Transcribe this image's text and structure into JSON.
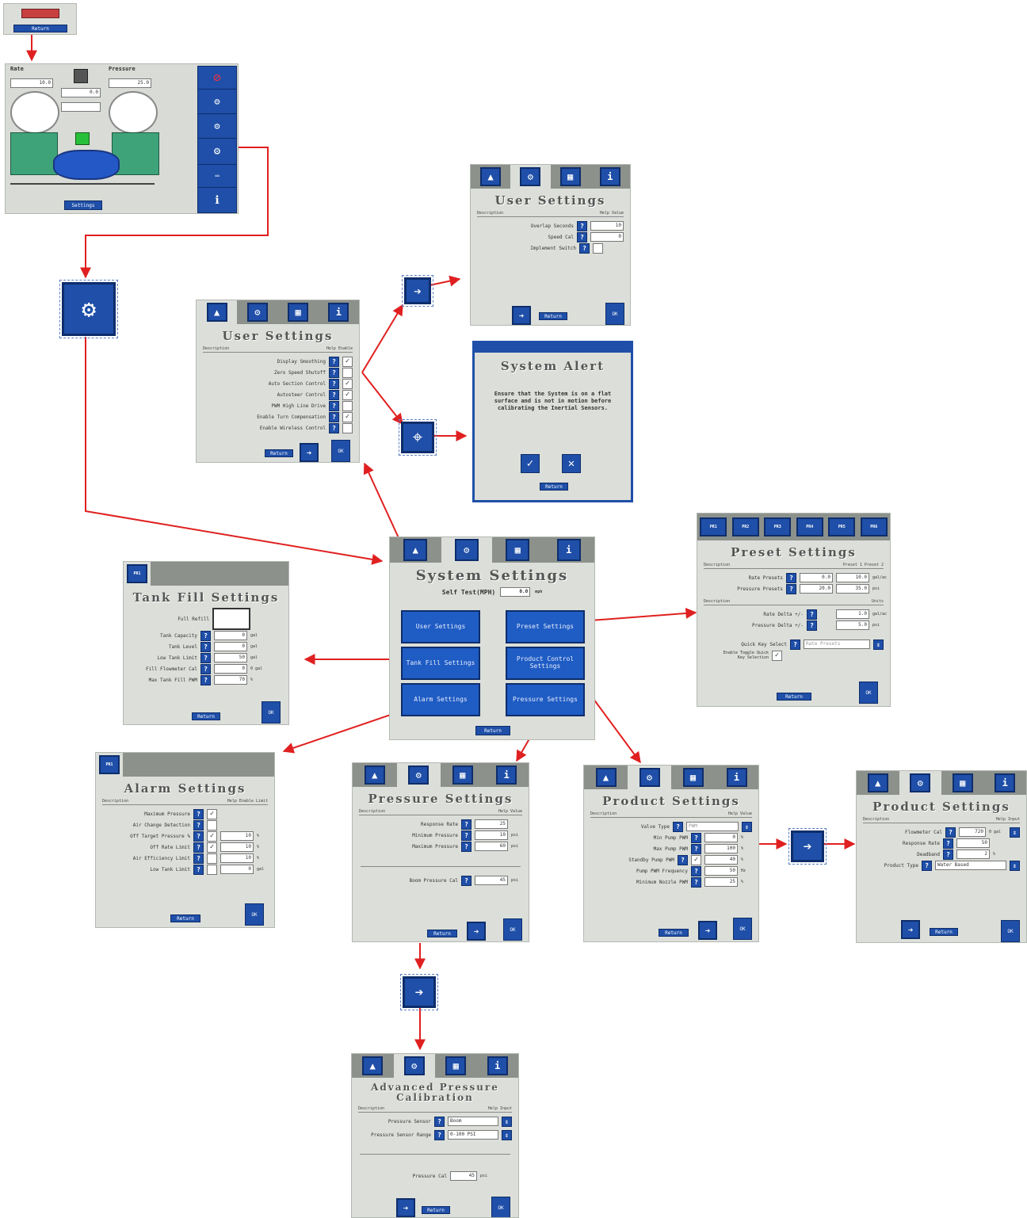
{
  "top_button": {
    "label": "Return"
  },
  "home": {
    "rate_label": "Rate",
    "rate_value": "10.0",
    "pressure_label": "Pressure",
    "pressure_value": "25.0",
    "speed_value": "0.0",
    "menu_button": "Settings"
  },
  "user_settings": {
    "title": "User Settings",
    "col_desc": "Description",
    "col_help": "Help",
    "col_enable": "Enable",
    "rows": [
      "Display Smoothing",
      "Zero Speed Shutoff",
      "Auto Section Control",
      "Autosteer Control",
      "PWM High Line Drive",
      "Enable Turn Compensation",
      "Enable Wireless Control"
    ],
    "return_label": "Return",
    "ok_label": "OK"
  },
  "user_settings_2": {
    "title": "User Settings",
    "col_desc": "Description",
    "col_help": "Help",
    "col_value": "Value",
    "rows": [
      {
        "label": "Overlap Seconds",
        "value": "10"
      },
      {
        "label": "Speed Cal",
        "value": "0"
      },
      {
        "label": "Implement Switch",
        "value": ""
      }
    ],
    "return_label": "Return",
    "ok_label": "OK"
  },
  "system_alert": {
    "title": "System Alert",
    "message": "Ensure that the System is on a flat surface and is not in motion before calibrating the Inertial Sensors.",
    "accept": "✓",
    "cancel": "✕",
    "return_label": "Return"
  },
  "system_settings": {
    "title": "System Settings",
    "self_test_label": "Self Test(MPH)",
    "self_test_value": "0.0",
    "self_test_unit": "mph",
    "buttons": {
      "user": "User Settings",
      "preset": "Preset Settings",
      "tank": "Tank Fill Settings",
      "product": "Product Control Settings",
      "alarm": "Alarm Settings",
      "pressure": "Pressure Settings"
    },
    "return_label": "Return"
  },
  "preset_settings": {
    "title": "Preset Settings",
    "tabs": [
      "PR1",
      "PR2",
      "PR3",
      "PR4",
      "PR5",
      "PR6"
    ],
    "col_desc": "Description",
    "col_p1": "Preset 1",
    "col_p2": "Preset 2",
    "col_units": "Units",
    "rate_presets": {
      "label": "Rate Presets",
      "v1": "0.0",
      "v2": "10.0",
      "unit": "gal/ac"
    },
    "pressure_presets": {
      "label": "Pressure Presets",
      "v1": "20.0",
      "v2": "35.0",
      "unit": "psi"
    },
    "rate_delta": {
      "label": "Rate Delta +/-",
      "value": "1.0",
      "unit": "gal/ac"
    },
    "pressure_delta": {
      "label": "Pressure Delta +/-",
      "value": "5.0",
      "unit": "psi"
    },
    "quick_key": {
      "label": "Quick Key Select",
      "value": "Rate Presets"
    },
    "toggle_label": "Enable Toggle Quick Key Selection",
    "return_label": "Return",
    "ok_label": "OK"
  },
  "tank_fill": {
    "title": "Tank Fill Settings",
    "tab": "PR1",
    "full_refill": "Full Refill",
    "rows": [
      {
        "label": "Tank Capacity",
        "value": "0",
        "unit": "gal"
      },
      {
        "label": "Tank Level",
        "value": "0",
        "unit": "gal"
      },
      {
        "label": "Low Tank Limit",
        "value": "50",
        "unit": "gal"
      },
      {
        "label": "Fill Flowmeter Cal",
        "value": "0",
        "unit": "0 gal"
      },
      {
        "label": "Max Tank Fill PWM",
        "value": "70",
        "unit": "%"
      }
    ],
    "return_label": "Return",
    "ok_label": "OK"
  },
  "alarm_settings": {
    "title": "Alarm Settings",
    "tab": "PR1",
    "col_desc": "Description",
    "col_help": "Help",
    "col_enable": "Enable",
    "col_limit": "Limit",
    "rows": [
      {
        "label": "Maximum Pressure",
        "value": ""
      },
      {
        "label": "Air Change Detection",
        "value": ""
      },
      {
        "label": "Off Target Pressure %",
        "value": "10",
        "unit": "%"
      },
      {
        "label": "Off Rate Limit",
        "value": "10",
        "unit": "%"
      },
      {
        "label": "Air Efficiency Limit",
        "value": "10",
        "unit": "%"
      },
      {
        "label": "Low Tank Limit",
        "value": "0",
        "unit": "gal"
      }
    ],
    "return_label": "Return",
    "ok_label": "OK"
  },
  "pressure_settings": {
    "title": "Pressure Settings",
    "col_desc": "Description",
    "col_help": "Help",
    "col_value": "Value",
    "rows": [
      {
        "label": "Response Rate",
        "value": "25"
      },
      {
        "label": "Minimum Pressure",
        "value": "10",
        "unit": "psi"
      },
      {
        "label": "Maximum Pressure",
        "value": "60",
        "unit": "psi"
      }
    ],
    "boom_cal": {
      "label": "Boom Pressure Cal",
      "value": "45",
      "unit": "psi"
    },
    "return_label": "Return",
    "ok_label": "OK"
  },
  "product_settings": {
    "title": "Product Settings",
    "col_desc": "Description",
    "col_help": "Help",
    "col_value": "Value",
    "rows": [
      {
        "label": "Valve Type",
        "value": "PWM"
      },
      {
        "label": "Min Pump PWM",
        "value": "0",
        "unit": "%"
      },
      {
        "label": "Max Pump PWM",
        "value": "100",
        "unit": "%"
      },
      {
        "label": "Standby Pump PWM",
        "value": "40",
        "unit": "%"
      },
      {
        "label": "Pump PWM Frequency",
        "value": "50",
        "unit": "Hz"
      },
      {
        "label": "Minimum Nozzle PWM",
        "value": "25",
        "unit": "%"
      }
    ],
    "return_label": "Return",
    "ok_label": "OK"
  },
  "product_settings_2": {
    "title": "Product Settings",
    "col_desc": "Description",
    "col_help": "Help",
    "col_input": "Input",
    "rows": [
      {
        "label": "Flowmeter Cal",
        "value": "720",
        "unit": "0 gal"
      },
      {
        "label": "Response Rate",
        "value": "50"
      },
      {
        "label": "Deadband",
        "value": "2",
        "unit": "%"
      },
      {
        "label": "Product Type",
        "value": "Water Based"
      }
    ],
    "return_label": "Return",
    "ok_label": "OK"
  },
  "advanced_pressure": {
    "title": "Advanced Pressure Calibration",
    "col_desc": "Description",
    "col_help": "Help",
    "col_input": "Input",
    "rows": [
      {
        "label": "Pressure Sensor",
        "value": "Boom"
      },
      {
        "label": "Pressure Sensor Range",
        "value": "0-100 PSI"
      }
    ],
    "pressure_cal": {
      "label": "Pressure Cal",
      "value": "45",
      "unit": "psi"
    },
    "return_label": "Return",
    "ok_label": "OK"
  },
  "colors": {
    "accent": "#1f4fa8",
    "arrow": "#e02020",
    "panel": "#dcdfd9"
  }
}
